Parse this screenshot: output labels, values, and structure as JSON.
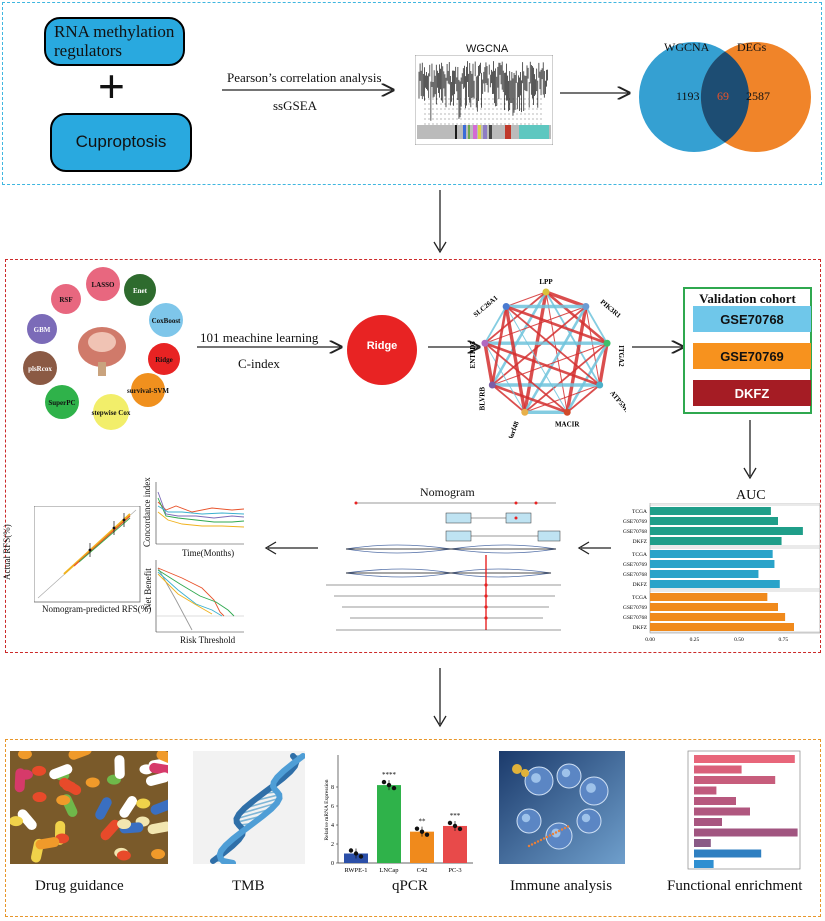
{
  "top": {
    "box1": "RNA methylation regulators",
    "plus": "+",
    "box2": "Cuproptosis",
    "arrow_label_1": "Pearson’s correlation analysis",
    "arrow_label_2": "ssGSEA",
    "wgcna_title": "WGCNA",
    "venn": {
      "left_label": "WGCNA",
      "right_label": "DEGs",
      "left_only": "1193",
      "overlap": "69",
      "right_only": "2587"
    }
  },
  "middle": {
    "algorithms": [
      "LASSO",
      "RSF",
      "Enet",
      "CoxBoost",
      "GBM",
      "Ridge",
      "plsRcox",
      "survival-SVM",
      "SuperPC",
      "stepwise Cox"
    ],
    "ml_label_1": "101 meachine learning",
    "ml_label_2": "C-index",
    "selected": "Ridge",
    "network_genes": [
      "LPP",
      "PIK3R1",
      "ITGA2",
      "ATP5ME",
      "MACIR",
      "C4orf48",
      "BLVRB",
      "ENTPD5",
      "SLC26A1"
    ],
    "validation_title": "Validation cohort",
    "validation_cohorts": [
      "GSE70768",
      "GSE70769",
      "DKFZ"
    ],
    "auc_title": "AUC",
    "auc_groups": [
      {
        "labels": [
          "TCGA",
          "GSE70769",
          "GSE70768",
          "DKFZ"
        ],
        "color": "#1f9e89",
        "values": [
          0.68,
          0.72,
          0.86,
          0.74
        ]
      },
      {
        "labels": [
          "TCGA",
          "GSE70769",
          "GSE70768",
          "DKFZ"
        ],
        "color": "#2aa3c9",
        "values": [
          0.69,
          0.7,
          0.61,
          0.73
        ]
      },
      {
        "labels": [
          "TCGA",
          "GSE70769",
          "GSE70768",
          "DKFZ"
        ],
        "color": "#f08a1c",
        "values": [
          0.66,
          0.72,
          0.76,
          0.81
        ]
      }
    ],
    "auc_ticks": [
      "0.00",
      "0.25",
      "0.50",
      "0.75"
    ],
    "nomogram_title": "Nomogram",
    "calib_x": "Nomogram-predicted RFS(%)",
    "calib_y": "Actual RFS(%)",
    "cindex_y": "Concordance index",
    "cindex_x": "Time(Months)",
    "dca_y": "Net Benefit",
    "dca_x": "Risk Threshold"
  },
  "bottom": {
    "captions": [
      "Drug guidance",
      "TMB",
      "qPCR",
      "Immune analysis",
      "Functional enrichment"
    ],
    "qpcr": {
      "ylabel": "Relative mRNA Expression",
      "categories": [
        "RWPE-1",
        "LNCap",
        "C42",
        "PC-3"
      ],
      "values": [
        1.0,
        8.2,
        3.3,
        3.9
      ],
      "colors": [
        "#2b4fa8",
        "#2fb24a",
        "#f08a1c",
        "#e84a4a"
      ],
      "stars": [
        "",
        "****",
        "**",
        "***"
      ],
      "yticks": [
        "0",
        "2",
        "4",
        "6",
        "8"
      ]
    },
    "enrichment_values": [
      0.72,
      0.34,
      0.58,
      0.16,
      0.3,
      0.4,
      0.2,
      0.74,
      0.12,
      0.48,
      0.14
    ],
    "enrichment_colors": [
      "#e8667a",
      "#d9607a",
      "#c75d7c",
      "#c05a7d",
      "#b7587e",
      "#b0577f",
      "#a85680",
      "#a15580",
      "#8a5a86",
      "#2f7fc1",
      "#2f8fd1"
    ]
  }
}
